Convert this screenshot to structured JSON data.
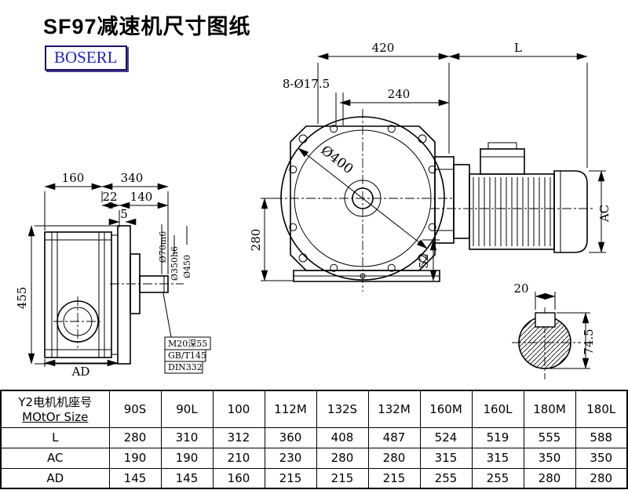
{
  "page": {
    "title": "SF97减速机尺寸图纸",
    "logo": "BOSERL"
  },
  "drawing": {
    "front": {
      "dim_420": "420",
      "dim_L": "L",
      "dim_holes": "8-Ø17.5",
      "dim_240": "240",
      "dim_dia400": "Ø400",
      "dim_280": "280",
      "dim_52": "52",
      "dim_AC": "AC"
    },
    "side": {
      "dim_160": "160",
      "dim_340": "340",
      "dim_22": "22",
      "dim_140": "140",
      "dim_5": "5",
      "dim_455": "455",
      "dim_AD": "AD",
      "dim_dia70": "Ø70m6",
      "dim_dia350": "Ø350h6",
      "dim_dia450": "Ø450",
      "note_thread": "M20深55",
      "note_std1": "GB/T145",
      "note_std2": "DIN332"
    },
    "section": {
      "dim_20": "20",
      "dim_745": "74.5"
    }
  },
  "table": {
    "header_cn": "Y2电机机座号",
    "header_en": "MOtOr Size",
    "columns": [
      "90S",
      "90L",
      "100",
      "112M",
      "132S",
      "132M",
      "160M",
      "160L",
      "180M",
      "180L"
    ],
    "rows": [
      {
        "label": "L",
        "values": [
          "280",
          "310",
          "312",
          "360",
          "408",
          "487",
          "524",
          "519",
          "555",
          "588"
        ]
      },
      {
        "label": "AC",
        "values": [
          "190",
          "190",
          "210",
          "230",
          "280",
          "280",
          "315",
          "315",
          "350",
          "350"
        ]
      },
      {
        "label": "AD",
        "values": [
          "145",
          "145",
          "160",
          "215",
          "215",
          "215",
          "255",
          "255",
          "280",
          "280"
        ]
      }
    ]
  }
}
